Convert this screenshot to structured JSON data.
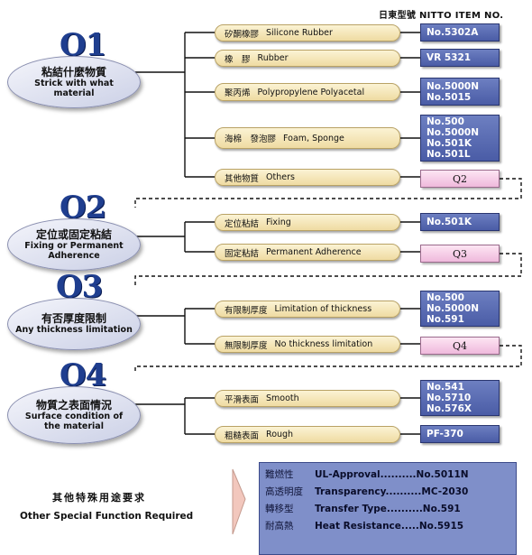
{
  "header": "日東型號 NITTO ITEM NO.",
  "questions": [
    {
      "num": "Q1",
      "zh": "粘結什麼物質",
      "en": "Strick with what material",
      "options": [
        {
          "zh": "矽酮橡膠",
          "en": "Silicone Rubber",
          "codes": [
            "No.5302A"
          ]
        },
        {
          "zh": "橡　膠",
          "en": "Rubber",
          "codes": [
            "VR 5321"
          ]
        },
        {
          "zh": "聚丙烯",
          "en": "Polypropylene Polyacetal",
          "codes": [
            "No.5000N",
            "No.5015"
          ]
        },
        {
          "zh": "海棉　發泡膠",
          "en": "Foam, Sponge",
          "codes": [
            "No.500",
            "No.5000N",
            "No.501K",
            "No.501L"
          ]
        },
        {
          "zh": "其他物質",
          "en": "Others",
          "ref": "Q2"
        }
      ]
    },
    {
      "num": "Q2",
      "zh": "定位或固定粘結",
      "en": "Fixing or Permanent Adherence",
      "options": [
        {
          "zh": "定位粘結",
          "en": "Fixing",
          "codes": [
            "No.501K"
          ]
        },
        {
          "zh": "固定粘結",
          "en": "Permanent Adherence",
          "ref": "Q3"
        }
      ]
    },
    {
      "num": "Q3",
      "zh": "有否厚度限制",
      "en": "Any thickness limitation",
      "options": [
        {
          "zh": "有限制厚度",
          "en": "Limitation of thickness",
          "codes": [
            "No.500",
            "No.5000N",
            "No.591"
          ]
        },
        {
          "zh": "無限制厚度",
          "en": "No thickness limitation",
          "ref": "Q4"
        }
      ]
    },
    {
      "num": "Q4",
      "zh": "物質之表面情況",
      "en": "Surface condition of the material",
      "options": [
        {
          "zh": "平滑表面",
          "en": "Smooth",
          "codes": [
            "No.541",
            "No.5710",
            "No.576X"
          ]
        },
        {
          "zh": "粗糙表面",
          "en": "Rough",
          "codes": [
            "PF-370"
          ]
        }
      ]
    }
  ],
  "other": {
    "zh": "其他特殊用途要求",
    "en": "Other Special Function Required",
    "rows": [
      {
        "zh": "難燃性",
        "en": "UL-Approval..........No.5011N"
      },
      {
        "zh": "高透明度",
        "en": "Transparency..........MC-2030"
      },
      {
        "zh": "轉移型",
        "en": "Transfer Type..........No.591"
      },
      {
        "zh": "耐高熱",
        "en": "Heat Resistance.....No.5915"
      }
    ]
  },
  "colors": {
    "code_box": "#5566b0",
    "pill": "#f3e2b0",
    "ref_box": "#f6cde6",
    "q_text": "#1f3e8f",
    "special_bg": "#7f8fc9"
  }
}
